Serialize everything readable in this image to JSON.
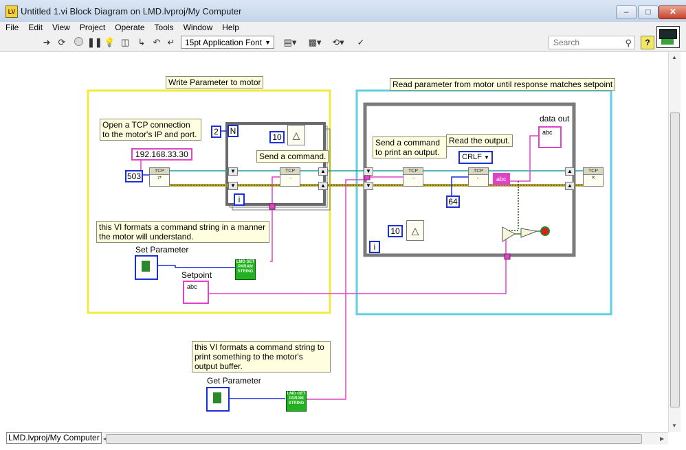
{
  "window": {
    "title": "Untitled 1.vi Block Diagram on LMD.lvproj/My Computer",
    "app_icon": "labview-vi-icon"
  },
  "menu": [
    "File",
    "Edit",
    "View",
    "Project",
    "Operate",
    "Tools",
    "Window",
    "Help"
  ],
  "toolbar": {
    "font": "15pt Application Font",
    "search_placeholder": "Search",
    "help": "?"
  },
  "status": {
    "context": "LMD.lvproj/My Computer"
  },
  "diagram": {
    "write_title": "Write Parameter to motor",
    "read_title": "Read parameter from motor until response matches setpoint",
    "comment_open": "Open a TCP connection to the motor's IP and port.",
    "comment_send": "Send a command.",
    "comment_send_print": "Send a command to print an output.",
    "comment_read": "Read the output.",
    "comment_format_set": "this VI formats a command string in a manner the motor will understand.",
    "comment_format_get": "this VI formats a command string to print something to the motor's output buffer.",
    "ip": "192.168.33.30",
    "port": "503",
    "loop_count": "2",
    "wait_ms_1": "10",
    "wait_ms_2": "10",
    "bytes": "64",
    "crlf": "CRLF",
    "loop_n": "N",
    "iter_i": "i",
    "label_set_parameter": "Set Parameter",
    "label_setpoint": "Setpoint",
    "label_get_parameter": "Get Parameter",
    "label_data_out": "data out",
    "str_abc": "abc",
    "set_vi": "LMD SET PARAM STRING",
    "get_vi": "LMD GET PARAM STRING",
    "tcp": "TCP"
  },
  "colors": {
    "string": "#e042c8",
    "int": "#1a2fd6",
    "refnum": "#1f9d9d",
    "error": "#c8b432",
    "bool": "#2a8a2a",
    "loop_frame": "#9a9a9a"
  }
}
